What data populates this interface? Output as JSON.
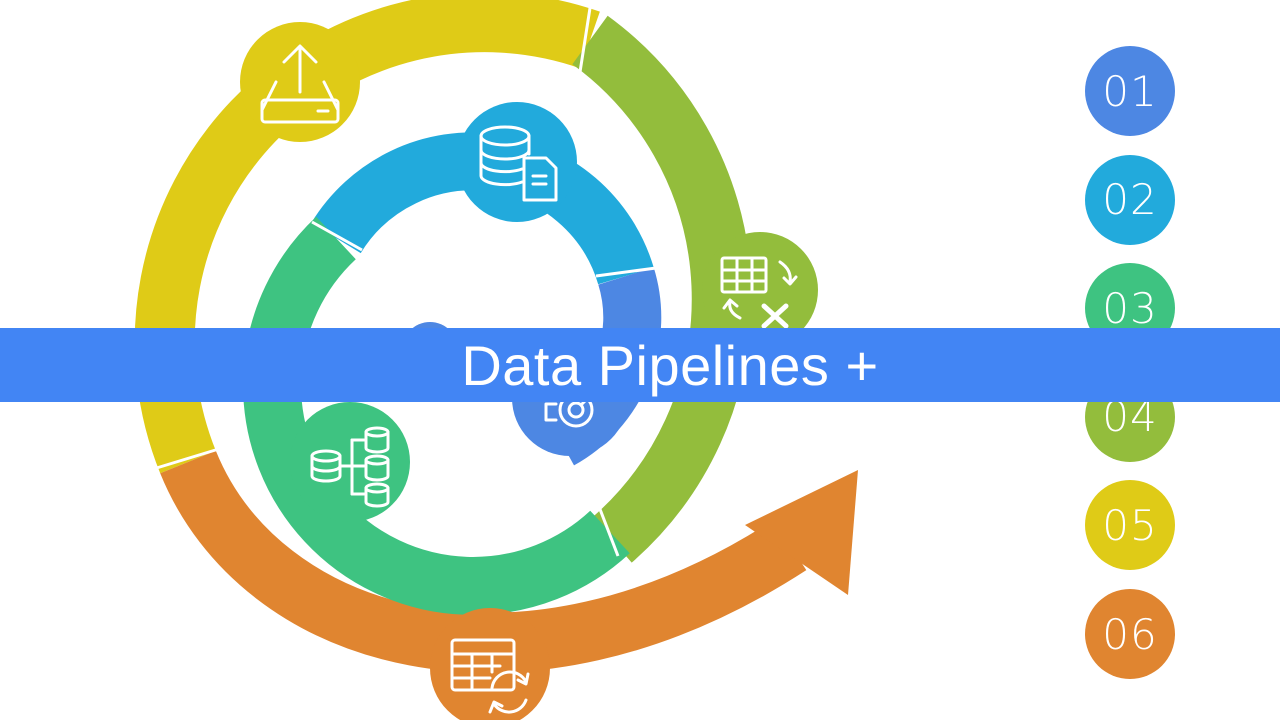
{
  "title": "Data Pipelines +",
  "colors": {
    "blue": "#4d87e3",
    "cyan": "#22aadc",
    "green": "#3ec381",
    "lime": "#93bd3c",
    "yellow": "#dfcb17",
    "orange": "#e08530",
    "banner": "#4285f4"
  },
  "steps": [
    {
      "label": "01",
      "color": "#4d87e3"
    },
    {
      "label": "02",
      "color": "#22aadc"
    },
    {
      "label": "03",
      "color": "#3ec381"
    },
    {
      "label": "04",
      "color": "#93bd3c"
    },
    {
      "label": "05",
      "color": "#dfcb17"
    },
    {
      "label": "06",
      "color": "#e08530"
    }
  ],
  "icons": {
    "upload": "upload-tray-icon",
    "database_doc": "database-document-icon",
    "transform": "table-transform-icon",
    "analytics": "gauge-icon",
    "hierarchy": "database-hierarchy-icon",
    "table_sync": "table-sync-icon"
  }
}
